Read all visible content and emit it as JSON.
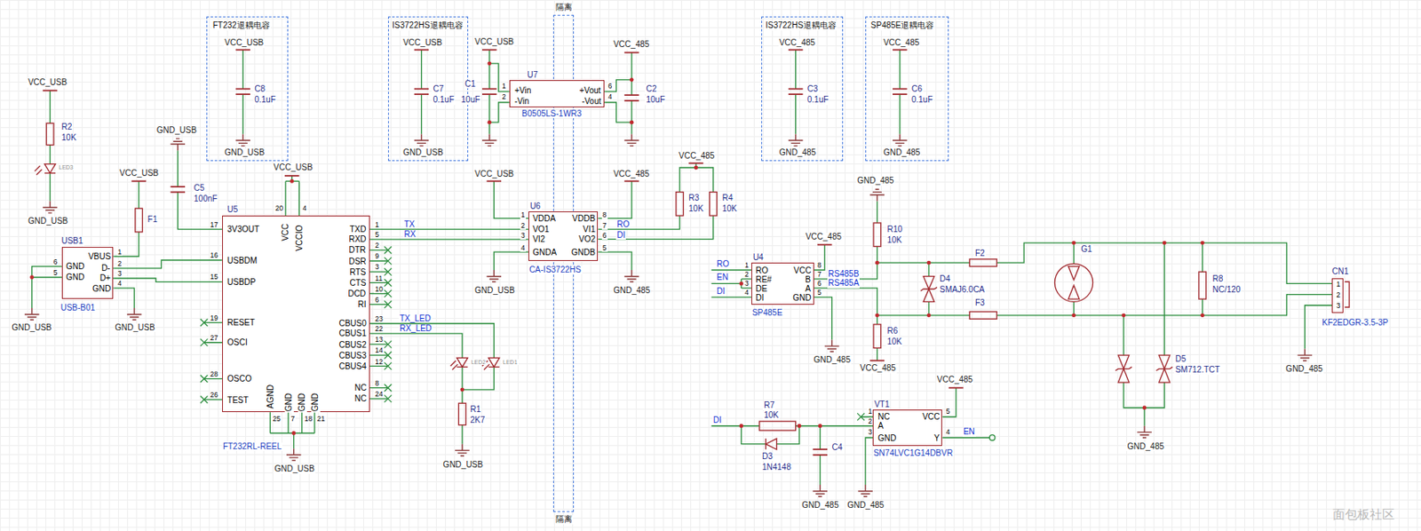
{
  "diagram": {
    "nodes": [
      {
        "text": [
          "FT232退耦电容",
          "VCC_USB",
          "C8",
          "0.1uF",
          "GND_USB"
        ]
      },
      {
        "text": [
          "IS3722HS退耦电容",
          "VCC_USB",
          "C7",
          "0.1uF",
          "GND_USB"
        ]
      },
      {
        "text": [
          "隔离",
          "隔离"
        ]
      },
      {
        "text": [
          "U7",
          "+Vin",
          "-Vin",
          "+Vout",
          "-Vout"
        ]
      },
      {
        "text": [
          "IS3722HS退耦电容",
          "VCC_485",
          "C3",
          "0.1uF",
          "GND_485"
        ]
      },
      {
        "text": [
          "SP485E退耦电容",
          "VCC_485",
          "C6",
          "0.1uF",
          "GND_485"
        ]
      },
      {
        "text": [
          "USB1",
          "VBUS",
          "D-",
          "D+",
          "GND",
          "GND",
          "GND"
        ]
      },
      {
        "text": [
          "U5",
          "3V3OUT",
          "USBDM",
          "USBDP",
          "RESET",
          "OSCI",
          "OSCO",
          "TEST",
          "TXD",
          "RXD",
          "DTR",
          "DSR",
          "RTS",
          "CTS",
          "DCD",
          "RI",
          "CBUS0",
          "CBUS1",
          "CBUS2",
          "CBUS3",
          "CBUS4",
          "NC",
          "NC",
          "VCC",
          "VCCIO",
          "AGND",
          "GND",
          "GND",
          "GND"
        ]
      },
      {
        "text": [
          "U6",
          "VDDA",
          "VO1",
          "VI2",
          "GNDA",
          "VDDB",
          "VI1",
          "VO2",
          "GNDB"
        ]
      },
      {
        "text": [
          "U4",
          "RO",
          "RE#",
          "DE",
          "DI",
          "VCC",
          "B",
          "A",
          "GND"
        ]
      },
      {
        "text": [
          "VT1",
          "NC",
          "A",
          "GND",
          "VCC",
          "Y"
        ]
      },
      {
        "text": [
          "CN1",
          "1",
          "2",
          "3"
        ]
      }
    ],
    "edges": [
      {
        "from": 6,
        "to": 7,
        "arrow": "none"
      },
      {
        "from": 6,
        "to": 7,
        "arrow": "none"
      },
      {
        "from": 7,
        "to": 8,
        "label": "TX",
        "arrow": "none"
      },
      {
        "from": 7,
        "to": 8,
        "label": "RX",
        "arrow": "none"
      }
    ],
    "labels": [
      "VCC_USB",
      "R2",
      "10K",
      "LED3",
      "GND_USB",
      "VCC_USB",
      "F1",
      "GND_USB",
      "C5",
      "100nF",
      "VCC_USB",
      "6",
      "5",
      "1",
      "2",
      "3",
      "4",
      "USB-B01",
      "GND_USB",
      "GND_USB",
      "17",
      "16",
      "15",
      "19",
      "27",
      "28",
      "26",
      "20",
      "4",
      "1",
      "5",
      "2",
      "9",
      "3",
      "11",
      "10",
      "6",
      "23",
      "22",
      "13",
      "14",
      "12",
      "8",
      "24",
      "25",
      "7",
      "18",
      "21",
      "FT232RL-REEL",
      "GND_USB",
      "TX_LED",
      "RX_LED",
      "LED2",
      "LED1",
      "R1",
      "2K7",
      "GND_USB",
      "VCC_USB",
      "C1",
      "10uF",
      "1",
      "2",
      "6",
      "4",
      "B0505LS-1WR3",
      "VCC_485",
      "C2",
      "10uF",
      "VCC_USB",
      "1",
      "2",
      "3",
      "4",
      "8",
      "7",
      "6",
      "5",
      "CA-IS3722HS",
      "GND_USB",
      "VCC_485",
      "GND_485",
      "RO",
      "DI",
      "VCC_485",
      "R3",
      "10K",
      "R4",
      "10K",
      "RO",
      "EN",
      "DI",
      "1",
      "2",
      "3",
      "4",
      "8",
      "7",
      "6",
      "5",
      "SP485E",
      "VCC_485",
      "RS485B",
      "RS485A",
      "GND_485",
      "GND_485",
      "R10",
      "10K",
      "R6",
      "10K",
      "VCC_485",
      "D4",
      "SMAJ6.0CA",
      "F2",
      "F3",
      "G1",
      "R8",
      "NC/120",
      "D5",
      "SM712.TCT",
      "GND_485",
      "KF2EDGR-3.5-3P",
      "GND_485",
      "DI",
      "R7",
      "10K",
      "D3",
      "1N4148",
      "C4",
      "GND_485",
      "GND_485",
      "1",
      "2",
      "3",
      "5",
      "4",
      "VCC_485",
      "EN",
      "SN74LVC1G14DBVR",
      "面包板社区"
    ]
  }
}
